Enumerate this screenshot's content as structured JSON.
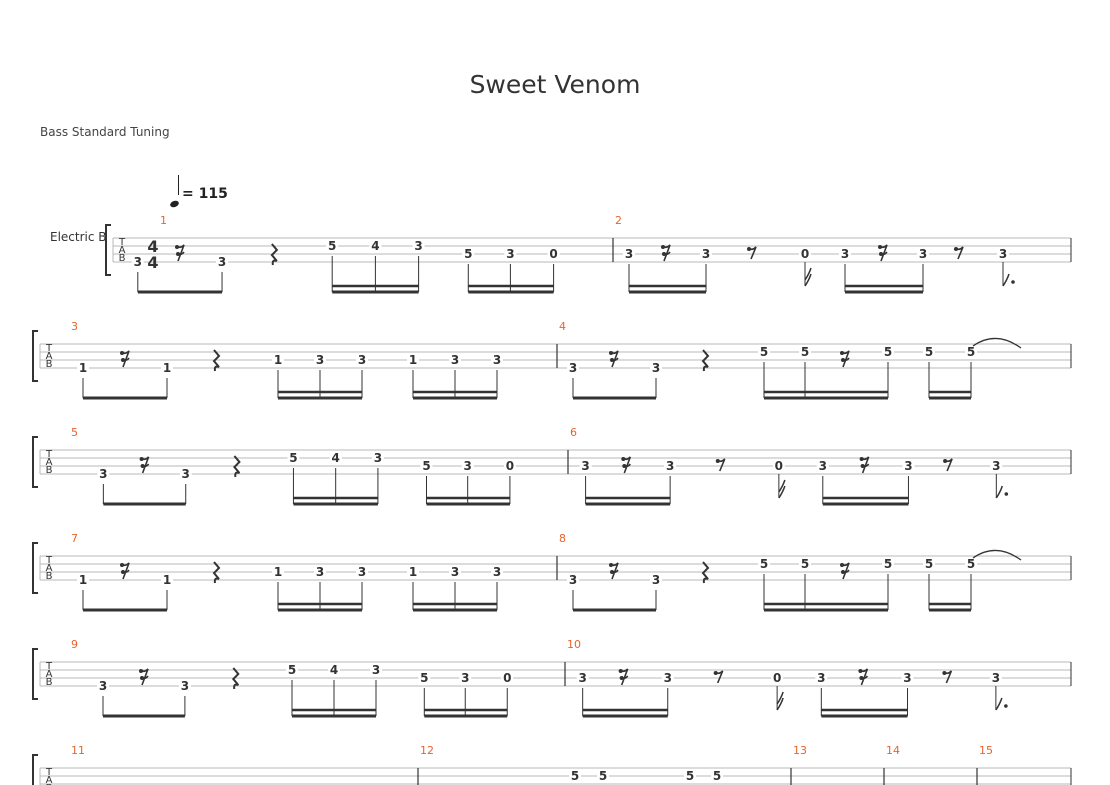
{
  "title": "Sweet Venom",
  "tuning": "Bass Standard Tuning",
  "tempo": "= 115",
  "instrument": "Electric B",
  "time_signature": [
    "4",
    "4"
  ],
  "tab_letters": [
    "T",
    "A",
    "B"
  ],
  "colors": {
    "measure_number": "#e8642c",
    "ink": "#333333",
    "staff_line": "#b8b8b8"
  },
  "rows": [
    {
      "measures": [
        {
          "number": "1",
          "notes": [
            "3",
            "3",
            "5",
            "4",
            "3",
            "5",
            "3",
            "0"
          ]
        },
        {
          "number": "2",
          "notes": [
            "3",
            "3",
            "0",
            "3",
            "3",
            "3"
          ]
        }
      ]
    },
    {
      "measures": [
        {
          "number": "3",
          "notes": [
            "1",
            "1",
            "1",
            "3",
            "3",
            "1",
            "3",
            "3"
          ]
        },
        {
          "number": "4",
          "notes": [
            "3",
            "3",
            "5",
            "5",
            "5",
            "5",
            "5"
          ]
        }
      ]
    },
    {
      "measures": [
        {
          "number": "5",
          "notes": [
            "3",
            "3",
            "5",
            "4",
            "3",
            "5",
            "3",
            "0"
          ]
        },
        {
          "number": "6",
          "notes": [
            "3",
            "3",
            "0",
            "3",
            "3",
            "3"
          ]
        }
      ]
    },
    {
      "measures": [
        {
          "number": "7",
          "notes": [
            "1",
            "1",
            "1",
            "3",
            "3",
            "1",
            "3",
            "3"
          ]
        },
        {
          "number": "8",
          "notes": [
            "3",
            "3",
            "5",
            "5",
            "5",
            "5",
            "5"
          ]
        }
      ]
    },
    {
      "measures": [
        {
          "number": "9",
          "notes": [
            "3",
            "3",
            "5",
            "4",
            "3",
            "5",
            "3",
            "0"
          ]
        },
        {
          "number": "10",
          "notes": [
            "3",
            "3",
            "0",
            "3",
            "3",
            "3"
          ]
        }
      ]
    },
    {
      "measures": [
        {
          "number": "11",
          "notes": []
        },
        {
          "number": "12",
          "notes": [
            "5",
            "5",
            "5",
            "5"
          ]
        },
        {
          "number": "13",
          "notes": []
        },
        {
          "number": "14",
          "notes": []
        },
        {
          "number": "15",
          "notes": []
        }
      ]
    }
  ]
}
